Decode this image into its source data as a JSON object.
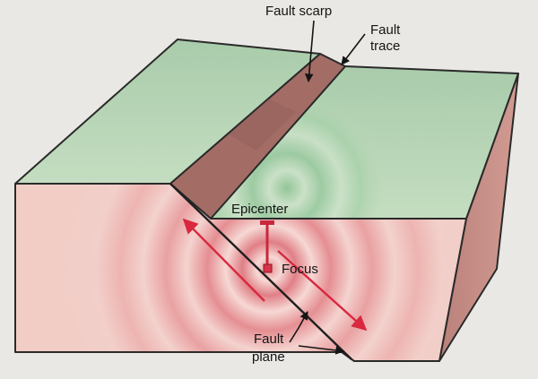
{
  "labels": {
    "fault_scarp": "Fault scarp",
    "fault_trace_line1": "Fault",
    "fault_trace_line2": "trace",
    "epicenter": "Epicenter",
    "focus": "Focus",
    "fault_plane_line1": "Fault",
    "fault_plane_line2": "plane"
  },
  "colors": {
    "background": "#e9e8e4",
    "surface_green": "#bcd8ba",
    "cross_section_pink": "#f1cdc6",
    "side_face": "#c89088",
    "scarp_face": "#a36d66",
    "wave_rings": "#e27f86",
    "epicenter_marker": "#d6324a",
    "slip_arrows": "#d9283f",
    "outline": "#2a2a2a"
  }
}
